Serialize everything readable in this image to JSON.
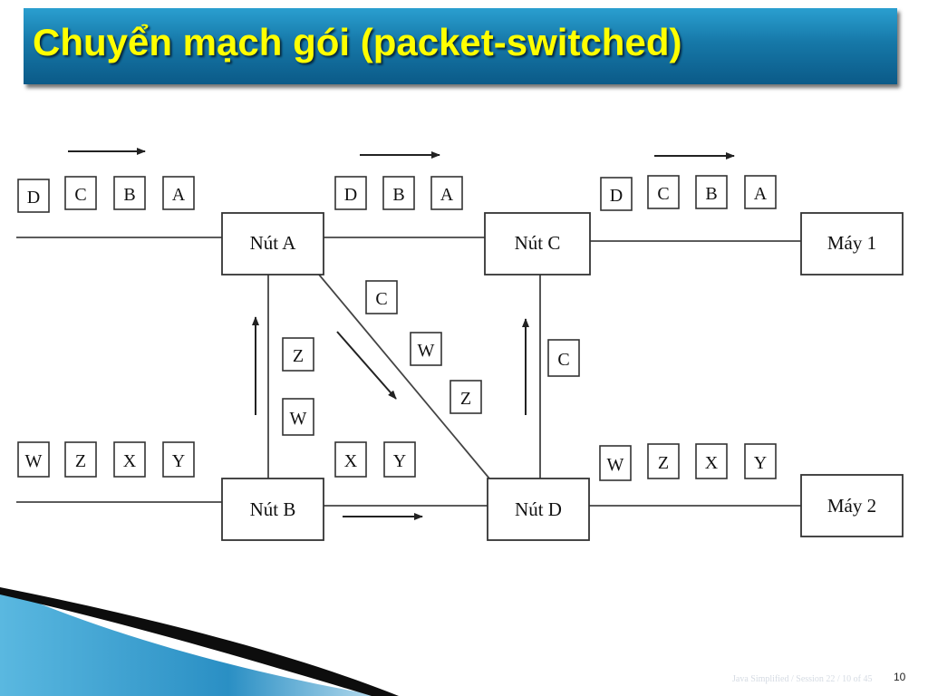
{
  "title": "Chuyển mạch gói (packet-switched)",
  "nodes": {
    "a": "Nút A",
    "b": "Nút B",
    "c": "Nút C",
    "d": "Nút D",
    "host1": "Máy 1",
    "host2": "Máy 2"
  },
  "packets": {
    "top_left": [
      "D",
      "C",
      "B",
      "A"
    ],
    "top_middle": [
      "D",
      "B",
      "A"
    ],
    "top_right": [
      "D",
      "C",
      "B",
      "A"
    ],
    "a_to_d": [
      "C",
      "W",
      "Z"
    ],
    "b_to_a": [
      "Z",
      "W"
    ],
    "d_to_c": [
      "C"
    ],
    "bottom_left": [
      "W",
      "Z",
      "X",
      "Y"
    ],
    "bottom_middle": [
      "X",
      "Y"
    ],
    "bottom_right": [
      "W",
      "Z",
      "X",
      "Y"
    ]
  },
  "footer": {
    "note": "Java Simplified / Session 22 / 10 of 45",
    "page_number": "10"
  },
  "colors": {
    "title_bar": "#1678a8",
    "title_text": "#ffff00",
    "decor_dark": "#0d0d0d",
    "decor_blue": "#2a8fc4"
  }
}
